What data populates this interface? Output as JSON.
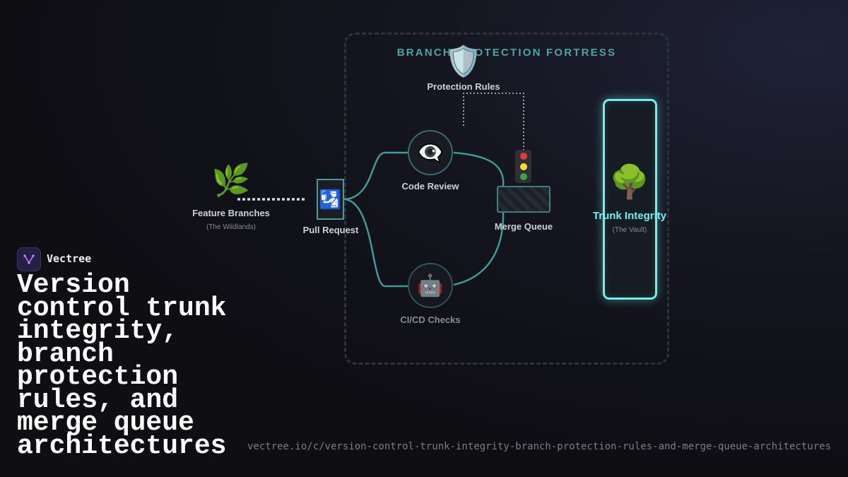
{
  "fortress": {
    "title": "BRANCH PROTECTION FORTRESS"
  },
  "nodes": {
    "feature_branches": {
      "label": "Feature Branches",
      "sub": "(The Wildlands)",
      "icon": "herb-icon",
      "emoji": "🌿"
    },
    "pull_request": {
      "label": "Pull Request",
      "icon": "handing-off-document-icon",
      "emoji": "🛂"
    },
    "protection_rules": {
      "label": "Protection Rules",
      "icon": "shield-icon",
      "emoji": "🛡️"
    },
    "code_review": {
      "label": "Code Review",
      "icon": "eye-icon",
      "emoji": "👁️‍🗨️"
    },
    "ci_cd_checks": {
      "label": "CI/CD Checks",
      "icon": "robot-icon",
      "emoji": "🤖"
    },
    "merge_queue": {
      "label": "Merge Queue",
      "icon": "traffic-light-icon"
    },
    "trunk_integrity": {
      "label": "Trunk Integrity",
      "sub": "(The Vault)",
      "icon": "tree-icon",
      "emoji": "🌳"
    }
  },
  "colors": {
    "connector": "#3f9a97",
    "vault_glow": "#6ff0ec",
    "fortress_title": "#4fa3a0",
    "traffic_red": "#e53935",
    "traffic_yellow": "#fdd835",
    "traffic_green": "#43a047"
  },
  "brand": {
    "name": "Vectree",
    "logo_icon": "vectree-logo-icon"
  },
  "headline": "Version control trunk integrity, branch protection rules, and merge queue architectures",
  "url": "vectree.io/c/version-control-trunk-integrity-branch-protection-rules-and-merge-queue-architectures"
}
